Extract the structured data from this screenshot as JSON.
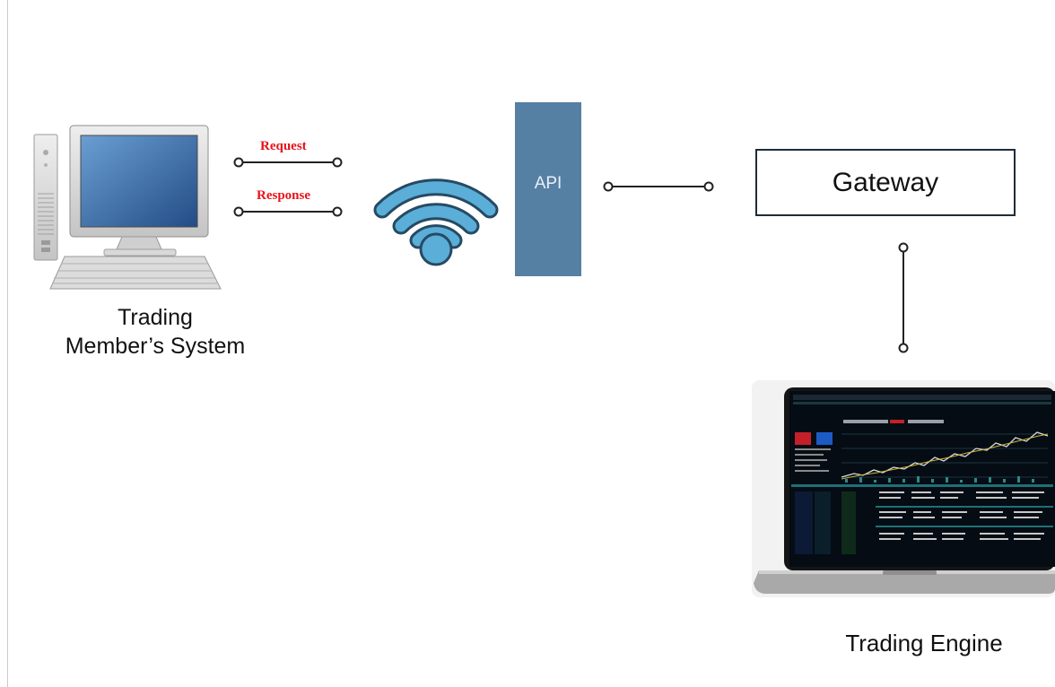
{
  "connectors": {
    "request_label": "Request",
    "response_label": "Response"
  },
  "api": {
    "label": "API"
  },
  "gateway": {
    "label": "Gateway"
  },
  "trading_member": {
    "line1": "Trading",
    "line2": "Member’s System"
  },
  "trading_engine": {
    "label": "Trading Engine"
  },
  "colors": {
    "accent_red": "#e8121b",
    "api_blue": "#567fa4",
    "wifi_blue": "#5aaed8",
    "gateway_border": "#1e2c3a"
  },
  "icons": [
    "desktop-computer-icon",
    "wifi-icon",
    "laptop-trading-screen-icon"
  ]
}
